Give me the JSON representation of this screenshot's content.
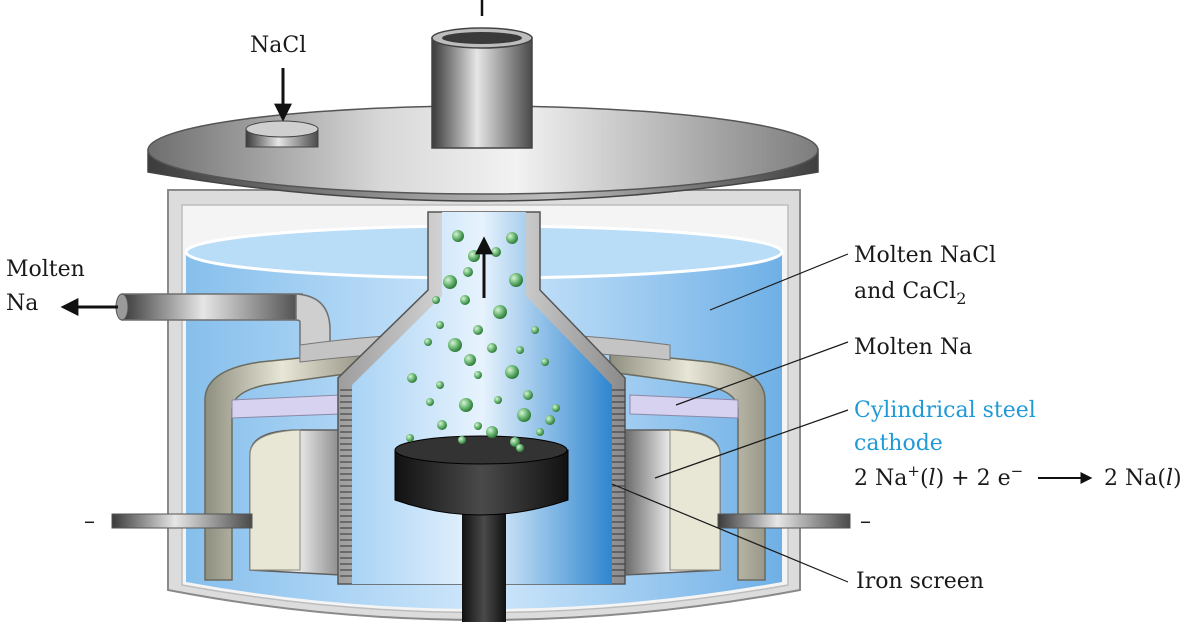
{
  "labels": {
    "nacl_input": "NaCl",
    "molten_na_out_line1": "Molten",
    "molten_na_out_line2": "Na",
    "molten_nacl_line1": "Molten NaCl",
    "molten_nacl_line2_pre": "and CaCl",
    "molten_nacl_line2_sub": "2",
    "molten_na": "Molten Na",
    "cathode_line1": "Cylindrical steel",
    "cathode_line2": "cathode",
    "reaction_coef1": "2 Na",
    "reaction_sup": "+",
    "reaction_paren_open1": "(",
    "reaction_state1": "l",
    "reaction_mid": ") + 2 e",
    "reaction_sup2": "−",
    "reaction_product": "2 Na(",
    "reaction_state2": "l",
    "reaction_close": ")",
    "iron_screen": "Iron screen",
    "minus_left": "–",
    "minus_right": "–"
  },
  "colors": {
    "label_text": "#1a1a1a",
    "cathode_label": "#1f9ad6",
    "molten_liquid": "#8cc6f0",
    "bubbles": "#5fae6a",
    "lid_metal": "#8a8a8a",
    "anode": "#1b1b1b"
  }
}
